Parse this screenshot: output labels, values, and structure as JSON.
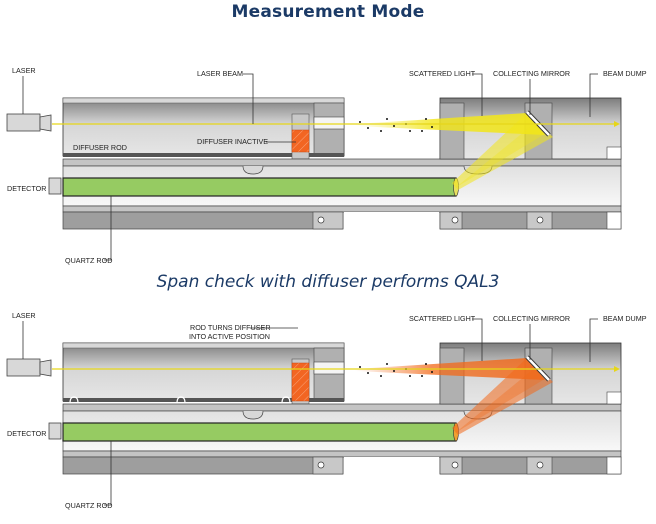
{
  "panels": [
    {
      "title": "Measurement Mode",
      "mode": "measurement",
      "labels": {
        "laser": "LASER",
        "laser_beam": "LASER BEAM",
        "scattered_light": "SCATTERED LIGHT",
        "collecting_mirror": "COLLECTING MIRROR",
        "beam_dump": "BEAM DUMP",
        "diffuser_rod": "DIFFUSER ROD",
        "diffuser_state": "DIFFUSER INACTIVE",
        "detector": "DETECTOR",
        "quartz_rod": "QUARTZ ROD"
      },
      "scatter_color": "#f2e61a"
    },
    {
      "title": "Span check with diffuser performs QAL3",
      "mode": "span-check",
      "labels": {
        "laser": "LASER",
        "scattered_light": "SCATTERED LIGHT",
        "collecting_mirror": "COLLECTING MIRROR",
        "beam_dump": "BEAM DUMP",
        "diffuser_state_line1": "ROD TURNS DIFFUSER",
        "diffuser_state_line2": "INTO ACTIVE POSITION",
        "detector": "DETECTOR",
        "quartz_rod": "QUARTZ ROD"
      },
      "scatter_color": "#f26a1b"
    }
  ],
  "colors": {
    "title": "#1b3a66",
    "laser_beam": "#e6d619",
    "quartz_rod": "#96cb62",
    "diffuser": "#f26522",
    "housing": "#b3b3b3"
  }
}
